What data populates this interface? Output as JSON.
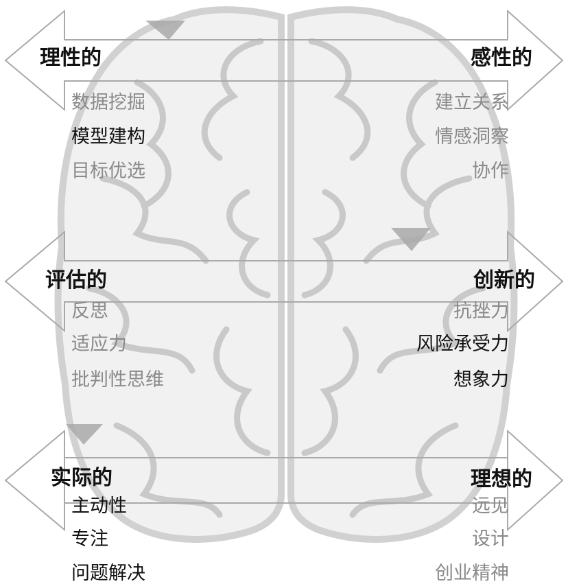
{
  "colors": {
    "active_text": "#111111",
    "muted_text": "#8a8a8a",
    "arrow_stroke": "#a9a9a9",
    "brain_fill": "#efefef",
    "brain_stroke": "#c9c9c9",
    "marker_fill": "#a9a9a9"
  },
  "icons": [
    "brain-illustration",
    "double-headed-arrow",
    "triangle-marker"
  ],
  "rows": [
    {
      "left": {
        "heading": "理性的",
        "items": [
          {
            "text": "数据挖掘",
            "active": false
          },
          {
            "text": "模型建构",
            "active": true
          },
          {
            "text": "目标优选",
            "active": false
          }
        ]
      },
      "right": {
        "heading": "感性的",
        "items": [
          {
            "text": "建立关系",
            "active": false
          },
          {
            "text": "情感洞察",
            "active": false
          },
          {
            "text": "协作",
            "active": false
          }
        ]
      }
    },
    {
      "left": {
        "heading": "评估的",
        "items": [
          {
            "text": "反思",
            "active": false
          },
          {
            "text": "适应力",
            "active": false
          },
          {
            "text": "批判性思维",
            "active": false
          }
        ]
      },
      "right": {
        "heading": "创新的",
        "items": [
          {
            "text": "抗挫力",
            "active": false
          },
          {
            "text": "风险承受力",
            "active": true
          },
          {
            "text": "想象力",
            "active": true
          }
        ]
      }
    },
    {
      "left": {
        "heading": "实际的",
        "items": [
          {
            "text": "主动性",
            "active": true
          },
          {
            "text": "专注",
            "active": true
          },
          {
            "text": "问题解决",
            "active": true
          }
        ]
      },
      "right": {
        "heading": "理想的",
        "items": [
          {
            "text": "远见",
            "active": false
          },
          {
            "text": "设计",
            "active": false
          },
          {
            "text": "创业精神",
            "active": false
          }
        ]
      }
    }
  ]
}
